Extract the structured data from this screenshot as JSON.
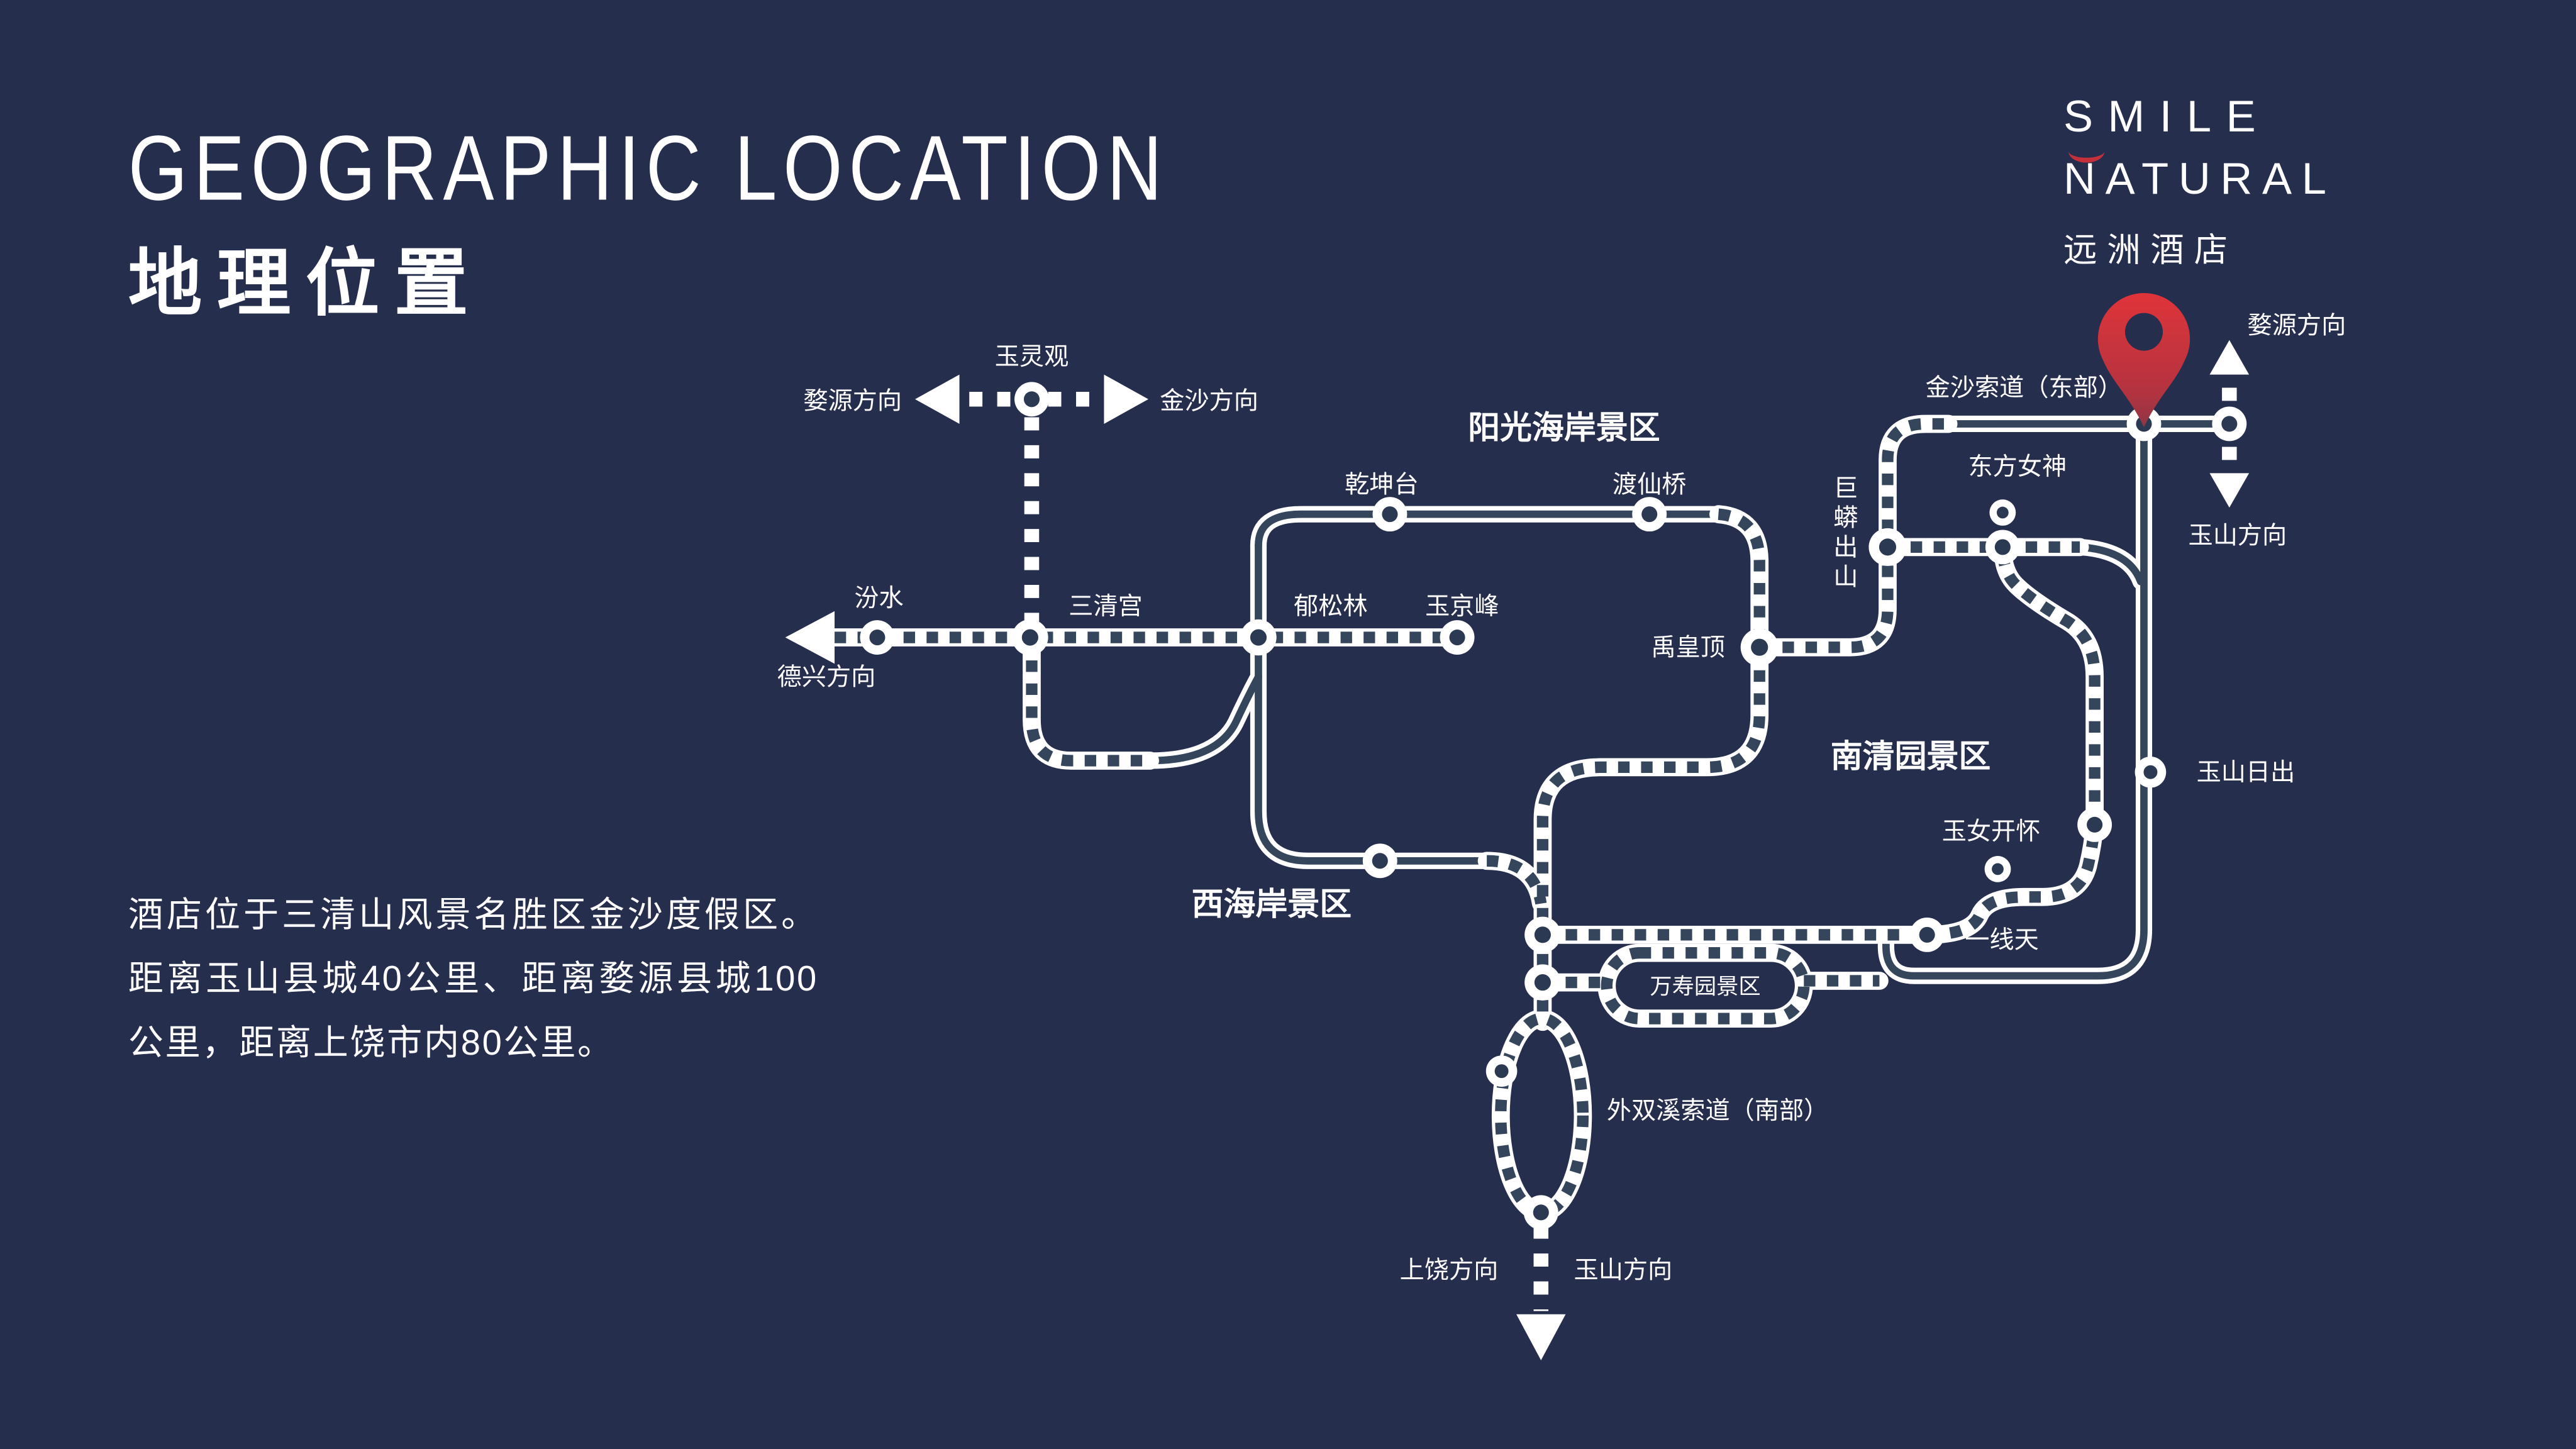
{
  "page": {
    "bg_color": "#262e4d",
    "accent_red": "#c5303a",
    "track_inset_color": "#35465c",
    "line_color": "#ffffff"
  },
  "header": {
    "title_en": "GEOGRAPHIC LOCATION",
    "title_zh": "地理位置"
  },
  "logo": {
    "line1": "SMILE",
    "line2": "NATURAL",
    "line3": "远洲酒店",
    "icon": "smile-arc-icon"
  },
  "intro": {
    "text": "酒店位于三清山风景名胜区金沙度假区。距离玉山县城40公里、距离婺源县城100公里，距离上饶市内80公里。"
  },
  "map": {
    "marker_icon": "location-pin-icon",
    "regions": {
      "yangguang": "阳光海岸景区",
      "nanqingyuan": "南清园景区",
      "xihaian": "西海岸景区",
      "wanshouyuan": "万寿园景区"
    },
    "stations": {
      "yulingguan": "玉灵观",
      "fenshui": "汾水",
      "sanqinggong": "三清宫",
      "yusonglin": "郁松林",
      "yujingfeng": "玉京峰",
      "qiankuntai": "乾坤台",
      "duxianqiao": "渡仙桥",
      "yuhuangding": "禹皇顶",
      "jumangchushan": "巨蟒出山",
      "dongfangnvshen": "东方女神",
      "jinshasuodao": "金沙索道（东部）",
      "yushanrichu": "玉山日出",
      "yunvkaihuai": "玉女开怀",
      "yixiantian": "一线天",
      "waishuangxi": "外双溪索道（南部）"
    },
    "directions": {
      "wuyuan_w": "婺源方向",
      "jinsha_e": "金沙方向",
      "dexing": "德兴方向",
      "wuyuan_ne": "婺源方向",
      "yushan_e": "玉山方向",
      "shangrao": "上饶方向",
      "yushan_s": "玉山方向"
    }
  }
}
